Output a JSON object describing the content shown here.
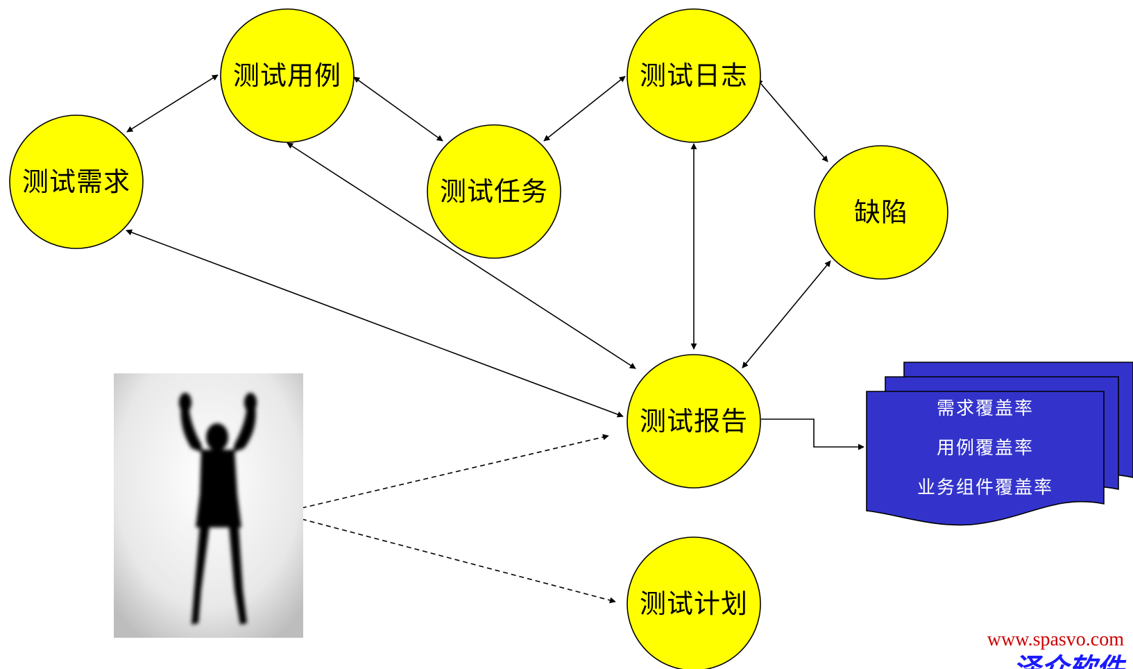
{
  "nodes": {
    "requirements": "测试需求",
    "cases": "测试用例",
    "tasks": "测试任务",
    "log": "测试日志",
    "defects": "缺陷",
    "report": "测试报告",
    "plan": "测试计划"
  },
  "documents": {
    "lines": [
      "需求覆盖率",
      "用例覆盖率",
      "业务组件覆盖率"
    ]
  },
  "footer": {
    "url": "www.spasvo.com",
    "brand": "泽众软件"
  },
  "colors": {
    "node_fill": "#ffff00",
    "document_fill": "#3333cc",
    "url_text": "#cc0000",
    "brand_text": "#1a1aff"
  }
}
